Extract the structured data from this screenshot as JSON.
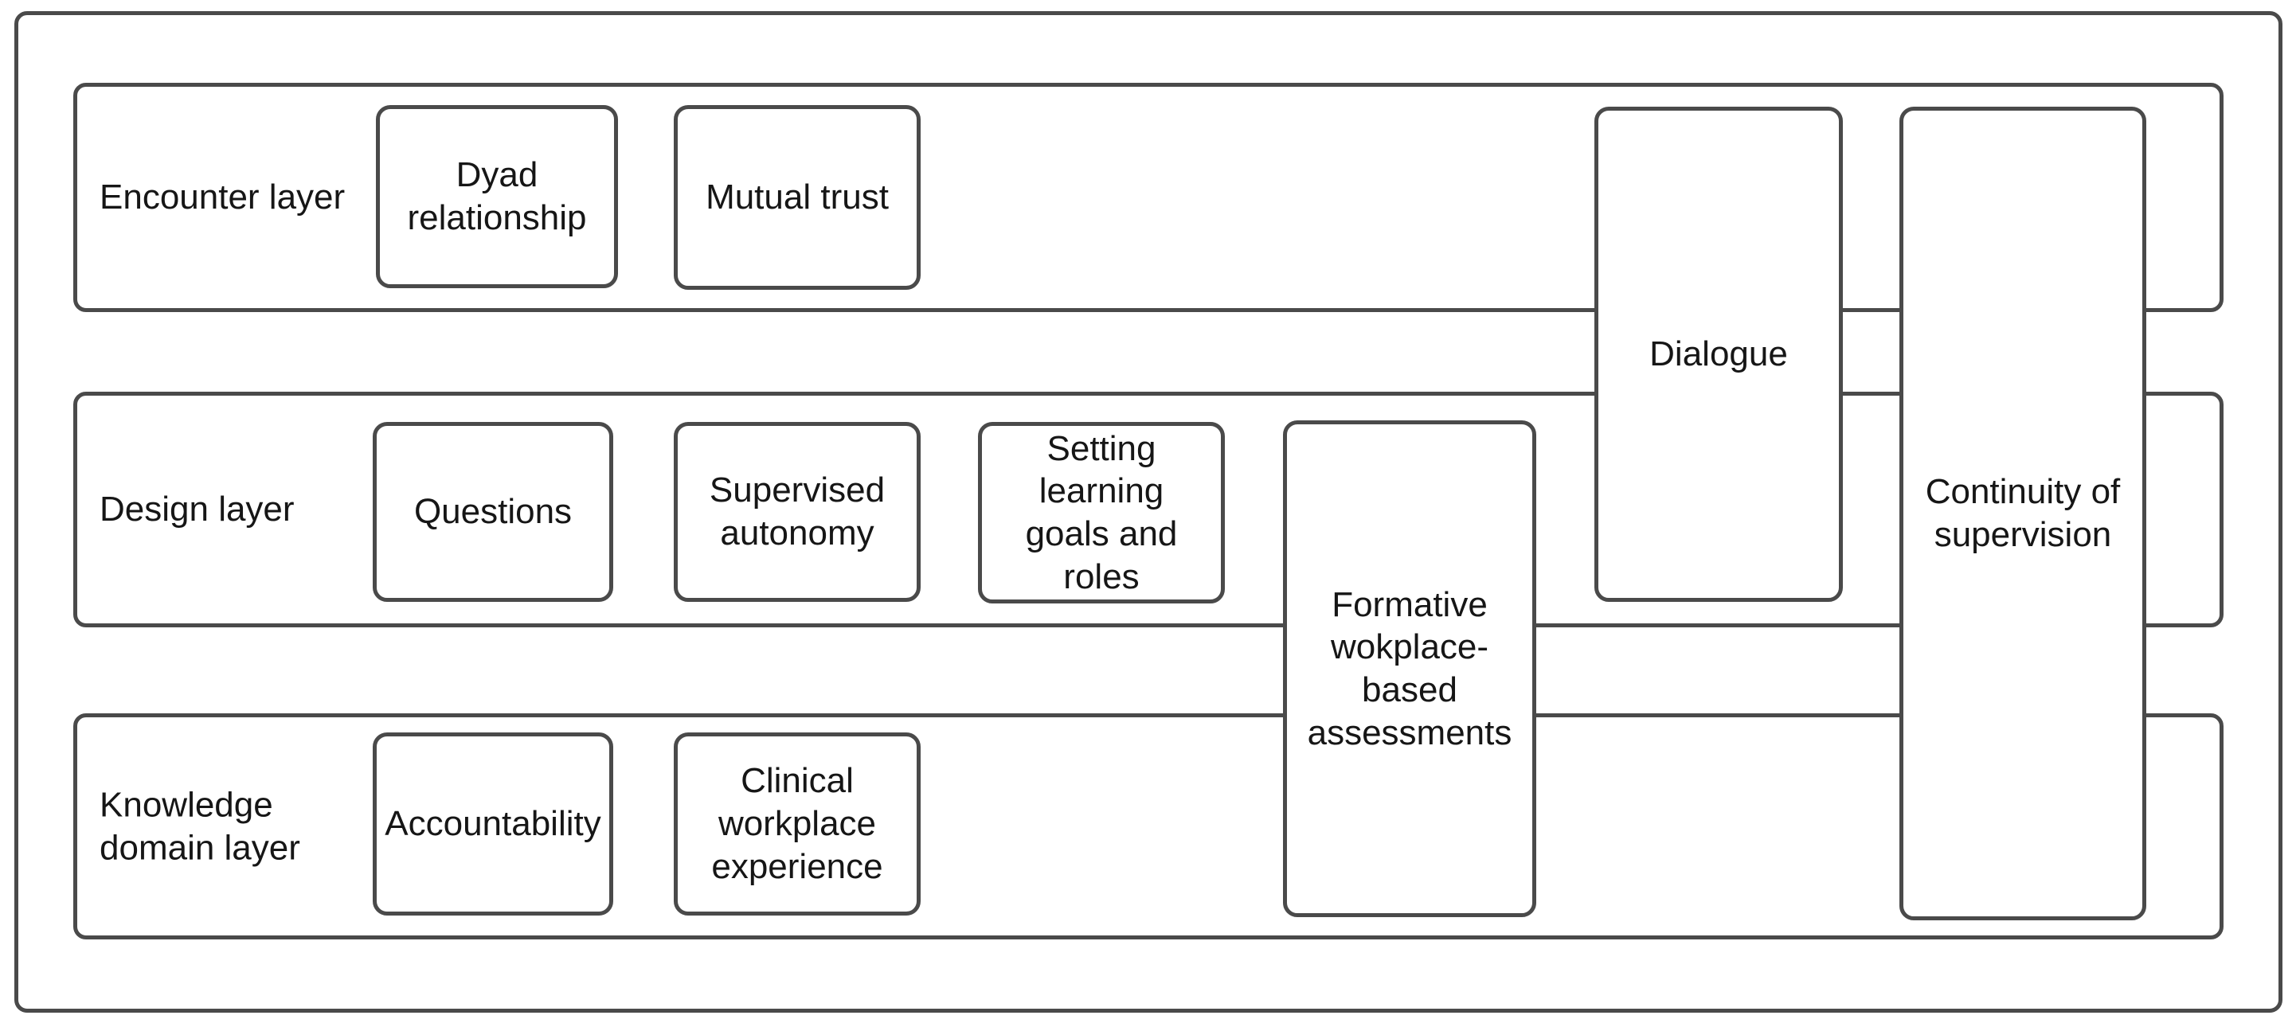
{
  "diagram": {
    "type": "layered-block-diagram",
    "colors": {
      "border": "#4a4a4a",
      "text": "#161616",
      "background": "#ffffff"
    },
    "layers": {
      "encounter": {
        "label": "Encounter layer"
      },
      "design": {
        "label": "Design layer"
      },
      "knowledge": {
        "label": "Knowledge\ndomain layer"
      }
    },
    "nodes": {
      "dyad": {
        "label": "Dyad\nrelationship",
        "layer": "encounter"
      },
      "mutual": {
        "label": "Mutual trust",
        "layer": "encounter"
      },
      "questions": {
        "label": "Questions",
        "layer": "design"
      },
      "supervised": {
        "label": "Supervised\nautonomy",
        "layer": "design"
      },
      "setting": {
        "label": "Setting\nlearning\ngoals and\nroles",
        "layer": "design"
      },
      "accountability": {
        "label": "Accountability",
        "layer": "knowledge"
      },
      "clinical": {
        "label": "Clinical\nworkplace\nexperience",
        "layer": "knowledge"
      },
      "formative": {
        "label": "Formative\nwokplace-based\nassessments",
        "layer": "design+knowledge"
      },
      "dialogue": {
        "label": "Dialogue",
        "layer": "encounter+design"
      },
      "continuity": {
        "label": "Continuity of\nsupervision",
        "layer": "encounter+design+knowledge"
      }
    }
  }
}
